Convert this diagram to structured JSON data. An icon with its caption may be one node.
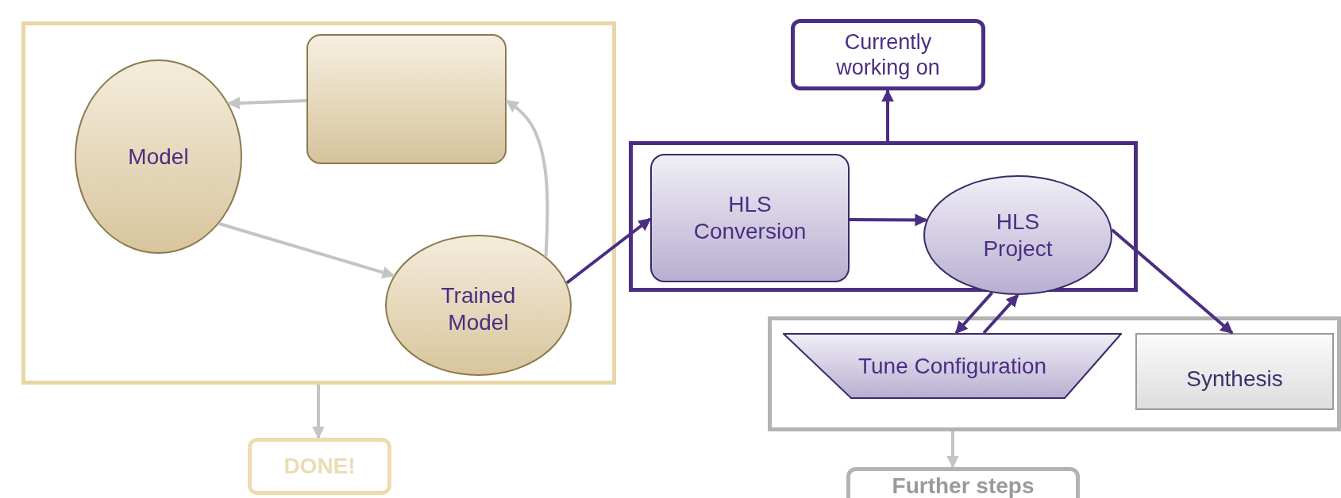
{
  "diagram": {
    "nodes": [
      {
        "text": [],
        "shape": "box"
      },
      {
        "text": [],
        "shape": "box",
        "in": 0
      },
      {
        "text": [
          "Model"
        ],
        "in": 0
      },
      {
        "text": [
          "Trained Model"
        ],
        "in": 0
      },
      {
        "text": [
          "DONE!"
        ]
      },
      {
        "text": [
          "Currently working on"
        ]
      },
      {
        "text": [],
        "shape": "box"
      },
      {
        "text": [
          "HLS Conversion"
        ],
        "in": 6
      },
      {
        "text": [
          "HLS Project"
        ],
        "in": 6
      },
      {
        "text": [],
        "shape": "box"
      },
      {
        "text": [
          "Tune Configuration"
        ],
        "in": 9
      },
      {
        "text": [
          "Synthesis"
        ],
        "in": 9
      },
      {
        "text": [
          "Further steps"
        ]
      }
    ],
    "edges": [
      {
        "from": 1,
        "to": 2,
        "arrow": "to",
        "color": "#c4c4c4"
      },
      {
        "from": 2,
        "to": 3,
        "arrow": "to",
        "color": "#c4c4c4"
      },
      {
        "from": 3,
        "to": 1,
        "arrow": "to",
        "color": "#c4c4c4"
      },
      {
        "from": 0,
        "to": 4,
        "arrow": "to",
        "color": "#c4c4c4"
      },
      {
        "from": 3,
        "to": 7,
        "arrow": "to"
      },
      {
        "from": 7,
        "to": 8,
        "arrow": "to"
      },
      {
        "from": 6,
        "to": 5,
        "arrow": "to"
      },
      {
        "from": 8,
        "to": 10,
        "arrow": "to"
      },
      {
        "from": 10,
        "to": 8,
        "arrow": "to"
      },
      {
        "from": 8,
        "to": 11,
        "arrow": "to"
      },
      {
        "from": 9,
        "to": 12,
        "arrow": "to",
        "color": "#c4c4c4"
      }
    ]
  }
}
